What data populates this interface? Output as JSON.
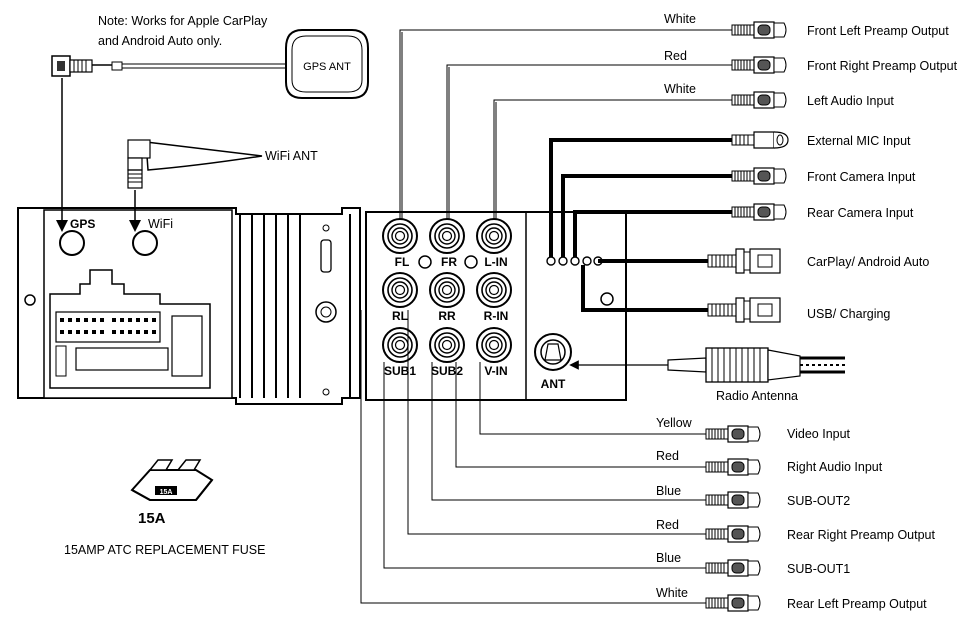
{
  "note": {
    "line1": "Note: Works for Apple CarPlay",
    "line2": "and Android Auto only."
  },
  "gps_ant_label": "GPS ANT",
  "wifi_ant_label": "WiFi ANT",
  "gps_port_label": "GPS",
  "wifi_port_label": "WiFi",
  "ant_port_label": "ANT",
  "radio_antenna_label": "Radio Antenna",
  "fuse": {
    "rating_on_fuse": "15A",
    "rating": "15A",
    "caption": "15AMP ATC REPLACEMENT FUSE"
  },
  "ports": {
    "fl": "FL",
    "fr": "FR",
    "lin": "L-IN",
    "rl": "RL",
    "rr": "RR",
    "rin": "R-IN",
    "sub1": "SUB1",
    "sub2": "SUB2",
    "vin": "V-IN"
  },
  "top_connections": [
    {
      "wire": "White",
      "label": "Front Left Preamp Output"
    },
    {
      "wire": "Red",
      "label": "Front Right Preamp Output"
    },
    {
      "wire": "White",
      "label": "Left Audio Input"
    },
    {
      "wire": "",
      "label": "External MIC Input"
    },
    {
      "wire": "",
      "label": "Front Camera Input"
    },
    {
      "wire": "",
      "label": "Rear Camera Input"
    },
    {
      "wire": "",
      "label": "CarPlay/ Android Auto"
    },
    {
      "wire": "",
      "label": "USB/ Charging"
    }
  ],
  "bottom_connections": [
    {
      "wire": "Yellow",
      "label": "Video Input"
    },
    {
      "wire": "Red",
      "label": "Right Audio Input"
    },
    {
      "wire": "Blue",
      "label": "SUB-OUT2"
    },
    {
      "wire": "Red",
      "label": "Rear Right Preamp Output"
    },
    {
      "wire": "Blue",
      "label": "SUB-OUT1"
    },
    {
      "wire": "White",
      "label": "Rear Left Preamp Output"
    }
  ]
}
